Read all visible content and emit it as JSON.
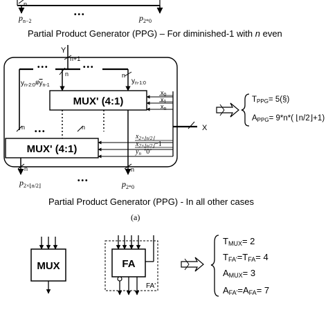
{
  "top_fragment": {
    "bit_label": "n",
    "p_left": "p",
    "p_left_sub": "n−2",
    "dots": "•••",
    "p_right": "p",
    "p_right_sub": "2*0"
  },
  "caption_top": {
    "text": "Partial Product Generator (PPG) – For diminished-1 with ",
    "var": "n",
    "suffix": " even"
  },
  "ppg": {
    "y_label": "Y",
    "bus_top_label": "n+1",
    "y_left_label": "y",
    "y_left_sub": "n-2:0",
    "y_left_mid": "#",
    "y_left_ybar": "y",
    "y_left_ybar_sub": "n-1",
    "y_right_label": "y",
    "y_right_sub": "n-1:0",
    "bit_n": "n",
    "mux_top": "MUX' (4:1)",
    "mux_bottom": "MUX' (4:1)",
    "x0": "x",
    "x0_sub": "0",
    "x1": "x",
    "x1_sub": "1",
    "xn": "x",
    "xn_sub": "n",
    "x_label": "X",
    "x2n2_a": "x",
    "x2n2_a_sub": "2×⌊n/2⌋",
    "x2n2_b": "x",
    "x2n2_b_sub": "2×⌊n/2⌋",
    "minus1": "−1",
    "yn": "y",
    "yn_sub": "n",
    "zero": "‘0’",
    "p_left": "p",
    "p_left_sub": "2×⌊n/2⌋",
    "dots": "•••",
    "p_right": "p",
    "p_right_sub": "2*0"
  },
  "ppg_equations": {
    "t_ppg": "T",
    "t_ppg_sub": "PPG",
    "t_ppg_val": "= 5(§)",
    "a_ppg": "A",
    "a_ppg_sub": "PPG",
    "a_ppg_val": "= 9*n*( ⌊n/2⌋+1)"
  },
  "caption_bottom": "Partial Product Generator (PPG)  - In all other cases",
  "panel_label": "(a)",
  "legend": {
    "mux": "MUX",
    "fa": "FA",
    "fa_prime": "FA'"
  },
  "legend_equations": {
    "t_mux": "T",
    "t_mux_sub": "MUX",
    "t_mux_val": "= 2",
    "t_fa": "T",
    "t_fa_sub": "FA'",
    "t_fa_mid": "=T",
    "t_fa_sub2": "FA",
    "t_fa_val": "= 4",
    "a_mux": "A",
    "a_mux_sub": "MUX",
    "a_mux_val": "= 3",
    "a_fa": "A",
    "a_fa_sub": "FA'",
    "a_fa_mid": "=A",
    "a_fa_sub2": "FA",
    "a_fa_val": "= 7"
  }
}
